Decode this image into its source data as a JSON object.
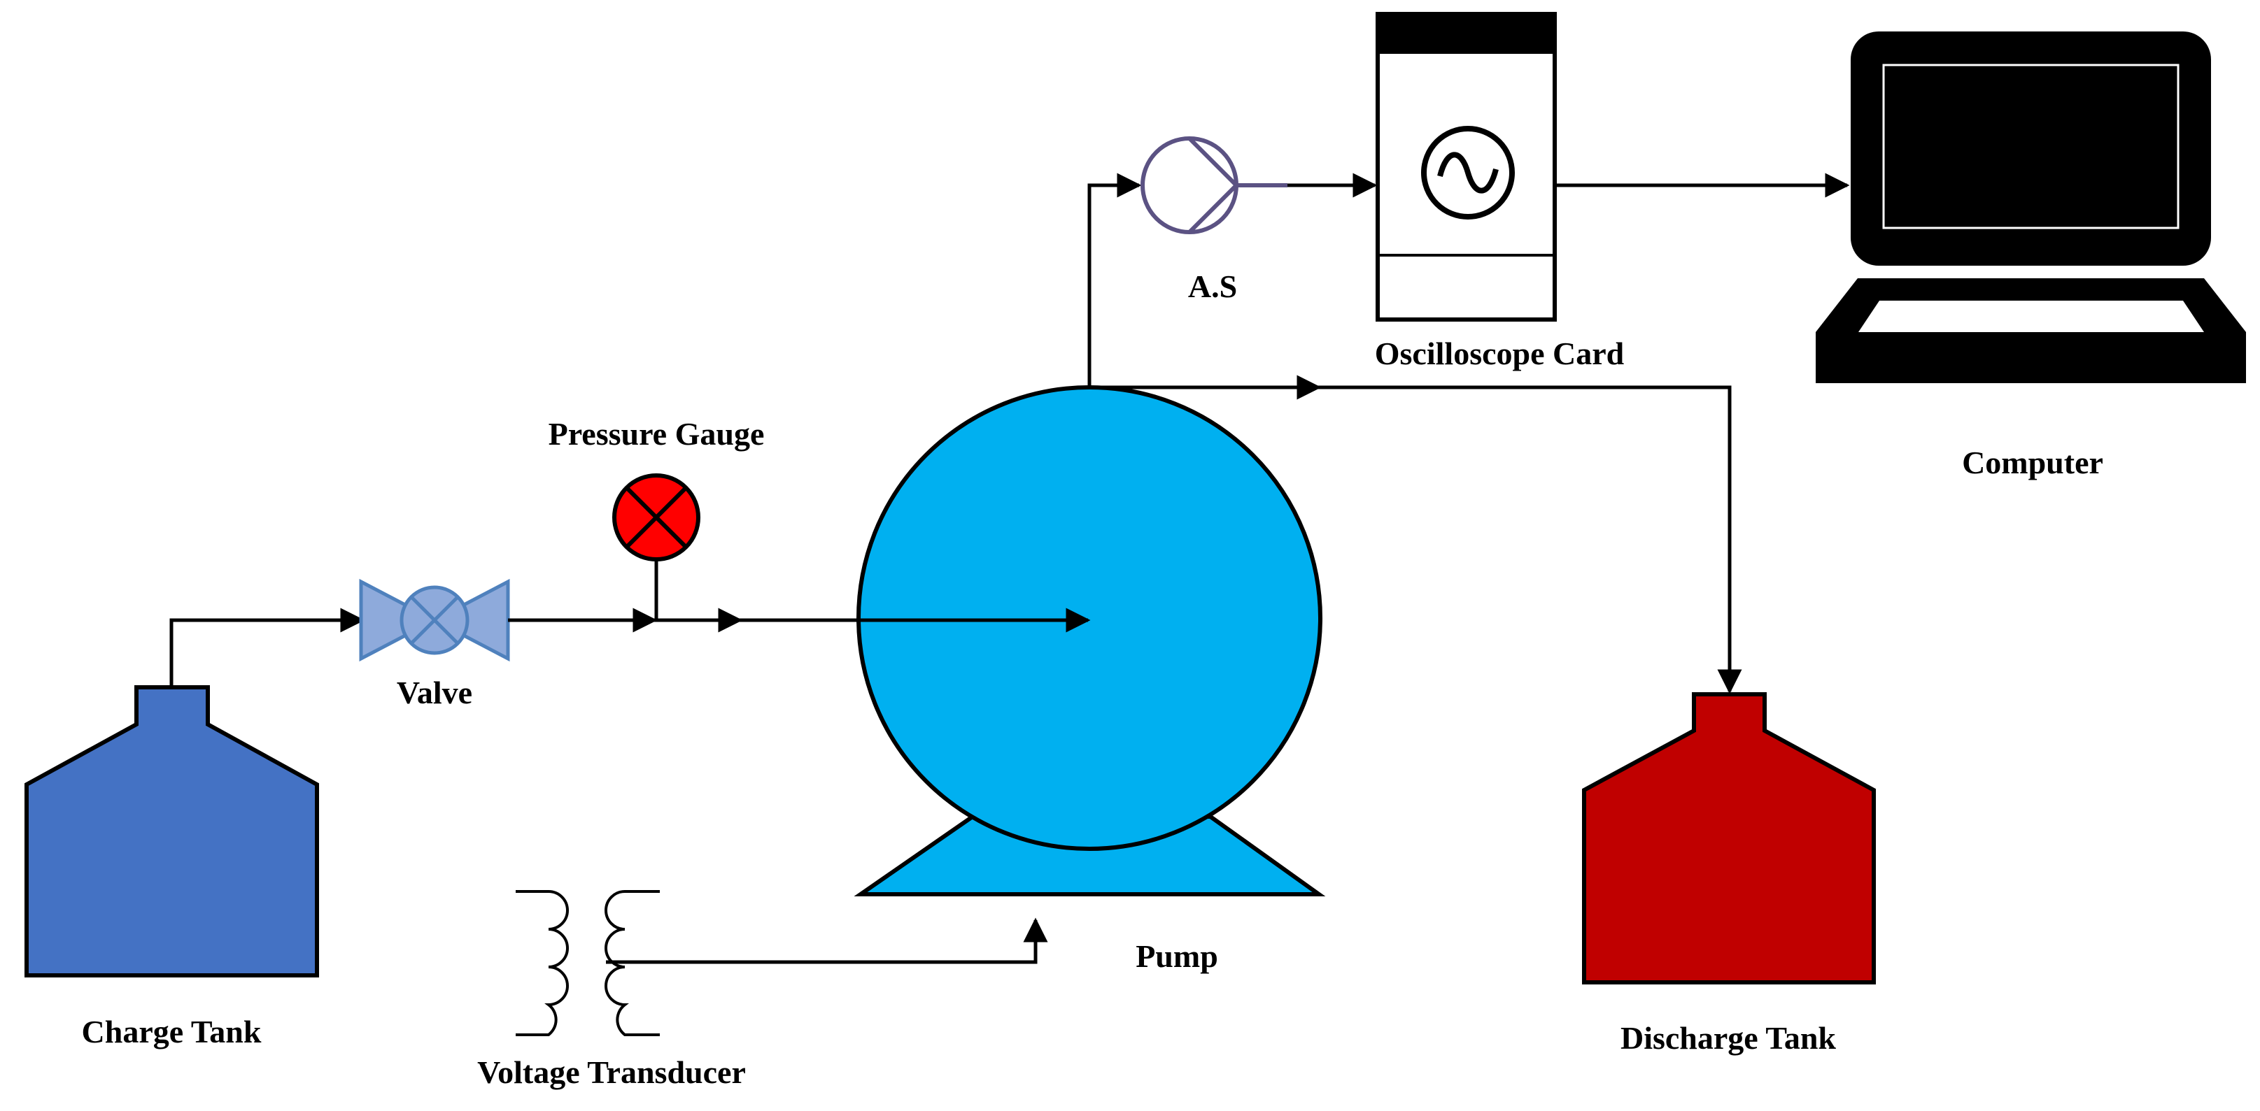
{
  "labels": {
    "pressure_gauge": "Pressure Gauge",
    "valve": "Valve",
    "charge_tank": "Charge Tank",
    "voltage_transducer": "Voltage Transducer",
    "pump": "Pump",
    "amplifier": "A.S",
    "oscilloscope_card": "Oscilloscope Card",
    "computer": "Computer",
    "discharge_tank": "Discharge Tank"
  },
  "colors": {
    "charge_tank": "#4472c4",
    "discharge_tank": "#c00000",
    "pump": "#00b0f0",
    "valve": "#8eaadb",
    "valve_outline": "#4f81bd",
    "pressure_gauge": "#ff0000",
    "amplifier": "#5b5283",
    "line": "#000000"
  },
  "icons": {
    "valve": "butterfly-valve-icon",
    "pressure_gauge": "circle-x-gauge-icon",
    "pump": "centrifugal-pump-icon",
    "amplifier": "amplifier-sensor-icon",
    "oscilloscope": "sine-wave-icon",
    "computer": "laptop-icon",
    "transducer": "transformer-coil-icon"
  }
}
